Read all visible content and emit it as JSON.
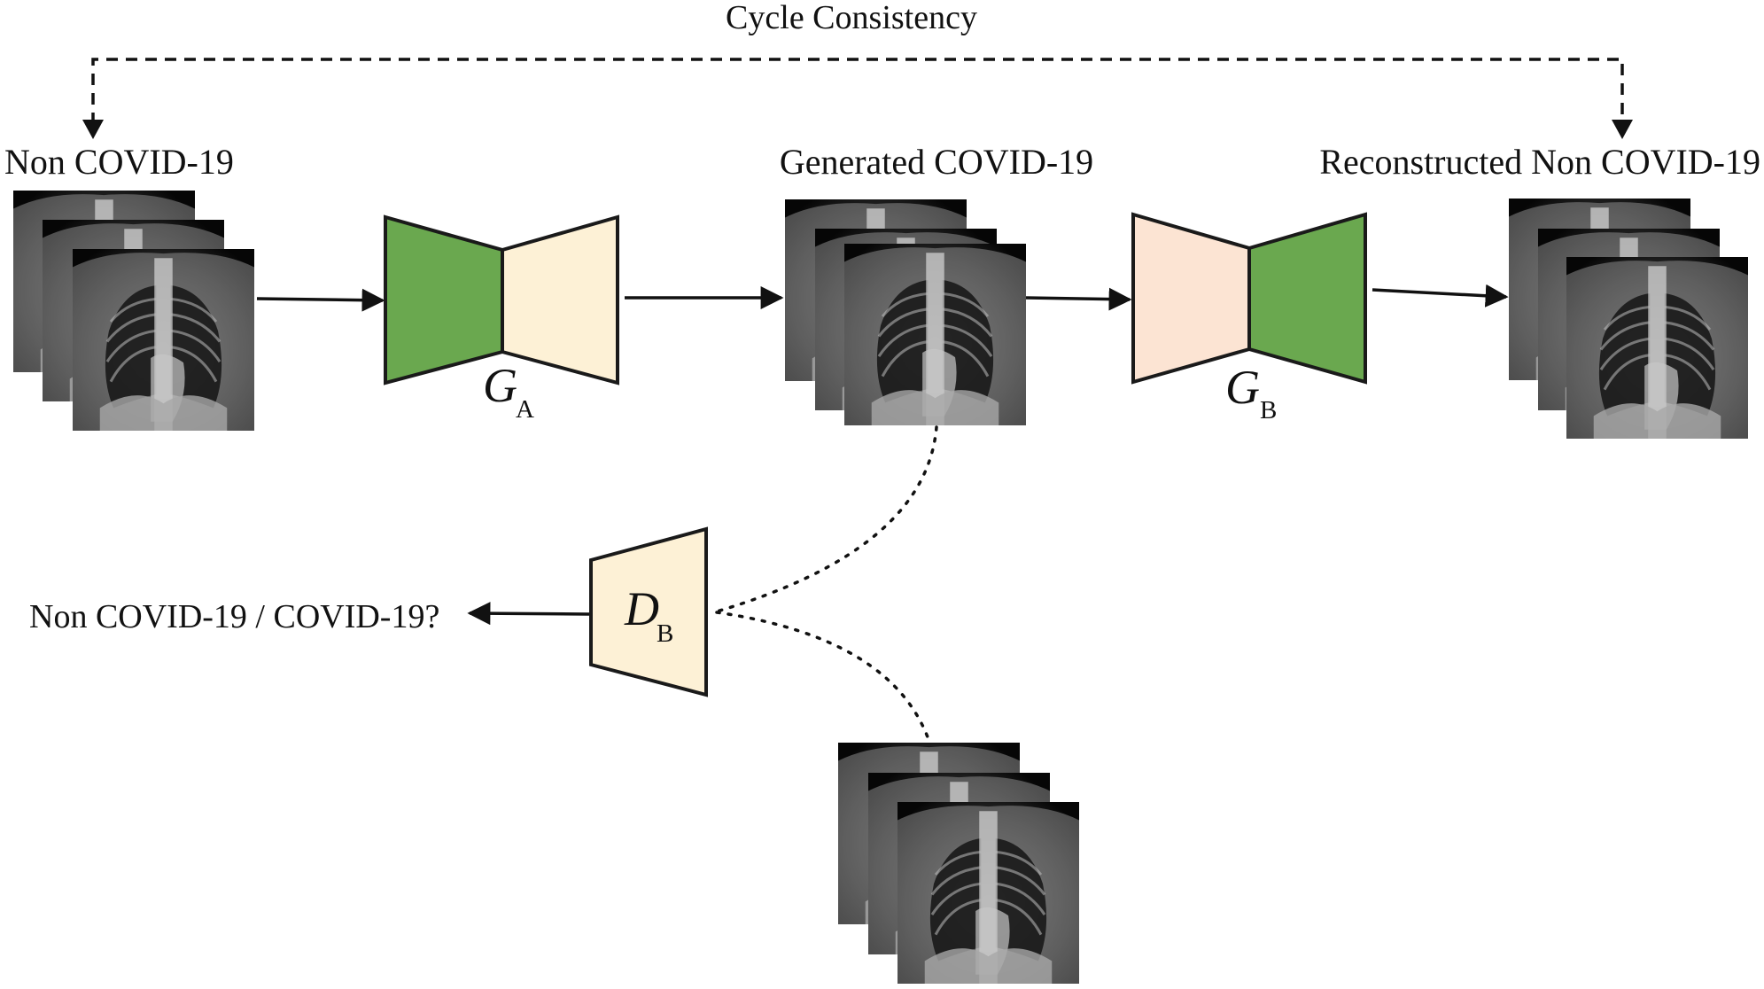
{
  "labels": {
    "cycle": "Cycle Consistency",
    "input": "Non COVID-19",
    "generated": "Generated COVID-19",
    "reconstructed": "Reconstructed Non COVID-19",
    "decision": "Non COVID-19 / COVID-19?"
  },
  "nodes": {
    "generator_a": {
      "symbol": "G",
      "subscript": "A"
    },
    "generator_b": {
      "symbol": "G",
      "subscript": "B"
    },
    "discriminator_b": {
      "symbol": "D",
      "subscript": "B"
    }
  },
  "colors": {
    "encoder_green": "#6aa84f",
    "decoder_cream": "#fdf1d6",
    "decoder_peach": "#fce4d3",
    "discriminator_fill": "#fdf1d6",
    "stroke": "#1a1a1a",
    "xray_dark": "#0a0a0a",
    "xray_light": "#d8d8d8"
  }
}
